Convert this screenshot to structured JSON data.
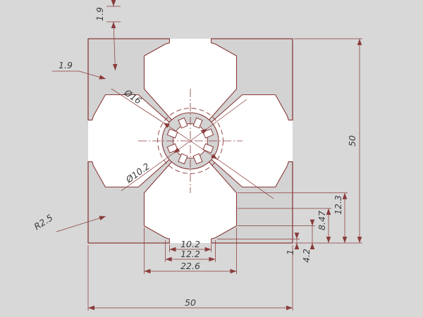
{
  "colors": {
    "background": "#d8d8d8",
    "material": "#d3d3d3",
    "void": "#ffffff",
    "line": "#8a3b3b",
    "text": "#3d3d3d"
  },
  "labels": {
    "top_lip_thickness": "1.9",
    "left_lip_thickness": "1.9",
    "spline_circle_dia": "Ø16",
    "core_bore_dia": "Ø10.2",
    "corner_radius": "R2.5",
    "slot_opening_width": "10.2",
    "slot_throat_width": "12.2",
    "slot_cavity_width": "22.6",
    "overall_width": "50",
    "overall_height": "50",
    "slot_depth": "12.3",
    "cavity_mid_depth": "8.47",
    "lip_inner_depth": "4.2",
    "lip_step_depth": "1"
  }
}
